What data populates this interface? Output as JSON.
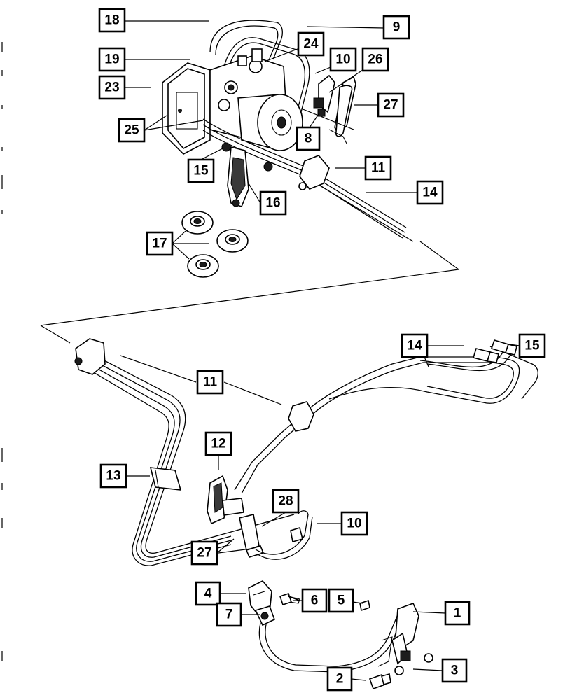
{
  "diagram": {
    "callouts": [
      {
        "id": "c18",
        "label": "18"
      },
      {
        "id": "c9",
        "label": "9"
      },
      {
        "id": "c24",
        "label": "24"
      },
      {
        "id": "c19",
        "label": "19"
      },
      {
        "id": "c10a",
        "label": "10"
      },
      {
        "id": "c26",
        "label": "26"
      },
      {
        "id": "c23",
        "label": "23"
      },
      {
        "id": "c27a",
        "label": "27"
      },
      {
        "id": "c25",
        "label": "25"
      },
      {
        "id": "c8",
        "label": "8"
      },
      {
        "id": "c15a",
        "label": "15"
      },
      {
        "id": "c11a",
        "label": "11"
      },
      {
        "id": "c14a",
        "label": "14"
      },
      {
        "id": "c16",
        "label": "16"
      },
      {
        "id": "c17",
        "label": "17"
      },
      {
        "id": "c14b",
        "label": "14"
      },
      {
        "id": "c15b",
        "label": "15"
      },
      {
        "id": "c11b",
        "label": "11"
      },
      {
        "id": "c12",
        "label": "12"
      },
      {
        "id": "c13",
        "label": "13"
      },
      {
        "id": "c28",
        "label": "28"
      },
      {
        "id": "c10b",
        "label": "10"
      },
      {
        "id": "c27b",
        "label": "27"
      },
      {
        "id": "c4",
        "label": "4"
      },
      {
        "id": "c6",
        "label": "6"
      },
      {
        "id": "c5",
        "label": "5"
      },
      {
        "id": "c1",
        "label": "1"
      },
      {
        "id": "c7",
        "label": "7"
      },
      {
        "id": "c3",
        "label": "3"
      },
      {
        "id": "c2",
        "label": "2"
      }
    ]
  }
}
